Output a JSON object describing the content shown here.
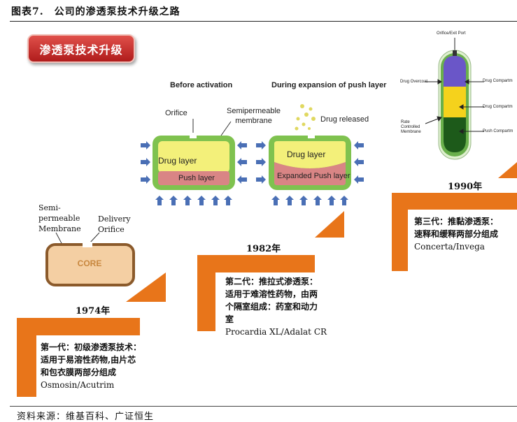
{
  "figure_title": "图表7.　公司的渗透泵技术升级之路",
  "badge": "渗透泵技术升级",
  "source": "资料来源：维基百科、广证恒生",
  "gen1": {
    "year": "1974年",
    "line1": "第一代：初级渗透泵技术：",
    "line2": "适用于易溶性药物,由片芯",
    "line3": "和包衣膜两部分组成",
    "products": "Osmosin/Acutrim",
    "diagram": {
      "semi_label_1": "Semi-",
      "semi_label_2": "permeable",
      "semi_label_3": "Membrane",
      "delivery_1": "Delivery",
      "delivery_2": "Orifice",
      "core": "CORE"
    }
  },
  "gen2": {
    "year": "1982年",
    "line1": "第二代：推拉式渗透泵：",
    "line2": "适用于难溶性药物，由两",
    "line3": "个隔室组成：药室和动力",
    "line4": "室",
    "products": "Procardia XL/Adalat CR",
    "diagram": {
      "before": "Before activation",
      "during": "During expansion of push layer",
      "orifice": "Orifice",
      "semi_1": "Semipermeable",
      "semi_2": "membrane",
      "drug_released": "Drug released",
      "drug_layer": "Drug layer",
      "push_layer": "Push layer",
      "expanded": "Expanded Push layer"
    }
  },
  "gen3": {
    "year": "1990年",
    "line1": "第三代：推黏渗透泵：",
    "line2": "速释和缓释两部分组成",
    "products": "Concerta/Invega",
    "diagram": {
      "orifice_exit": "Orifice/Exit Port",
      "drug_overcoat": "Drug Overcoat",
      "drug_comp_1": "Drug Compartm",
      "drug_comp_2": "Drug Compartm",
      "push_comp": "Push Compartm",
      "rate_1": "Rate",
      "rate_2": "Controlled",
      "rate_3": "Membrane"
    }
  },
  "colors": {
    "orange": "#e8751a",
    "badge_red": "#c62a26",
    "green_shell": "#6ab04c",
    "drug_yellow": "#f3f07a",
    "push_pink": "#d98585",
    "arrow_blue": "#4a6fb5",
    "tab_purple": "#6a56c8",
    "tab_yellow": "#f5d21c",
    "tab_green": "#1d5a1a",
    "core_fill": "#f4cfa3",
    "core_border": "#8b5a2b"
  }
}
